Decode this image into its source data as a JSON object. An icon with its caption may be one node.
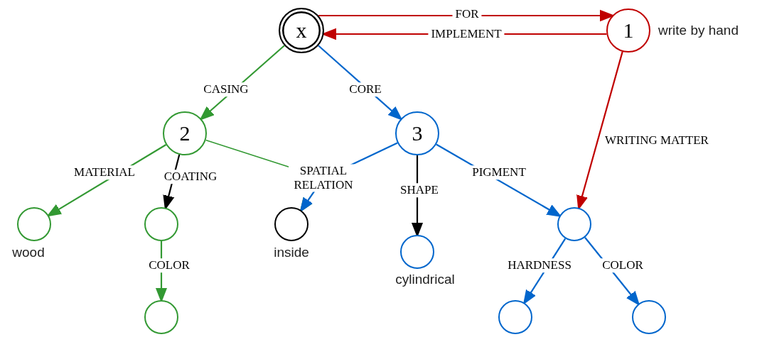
{
  "diagram": {
    "nodes": [
      {
        "text": [
          "x"
        ]
      },
      {
        "text": [
          "1"
        ],
        "beside": [
          "write by hand"
        ]
      },
      {
        "text": [
          "2"
        ]
      },
      {
        "text": [
          "3"
        ]
      },
      {
        "text": [],
        "shape": "circle",
        "beside": [
          "wood"
        ]
      },
      {
        "text": [],
        "shape": "circle"
      },
      {
        "text": [],
        "shape": "circle",
        "beside": [
          "inside"
        ]
      },
      {
        "text": [],
        "shape": "circle",
        "beside": [
          "cylindrical"
        ]
      },
      {
        "text": [],
        "shape": "circle"
      },
      {
        "text": [],
        "shape": "circle"
      },
      {
        "text": [],
        "shape": "circle"
      },
      {
        "text": [],
        "shape": "circle"
      }
    ],
    "edges": [
      {
        "from": 0,
        "to": 1,
        "arrow": "to",
        "label": "FOR",
        "color": "#c00000"
      },
      {
        "from": 1,
        "to": 0,
        "arrow": "to",
        "label": "IMPLEMENT",
        "color": "#c00000"
      },
      {
        "from": 0,
        "to": 2,
        "arrow": "to",
        "label": "CASING",
        "color": "#339933"
      },
      {
        "from": 0,
        "to": 3,
        "arrow": "to",
        "label": "CORE"
      },
      {
        "from": 1,
        "to": 8,
        "arrow": "to",
        "label": "WRITING MATTER",
        "color": "#c00000"
      },
      {
        "from": 2,
        "to": 4,
        "arrow": "to",
        "label": "MATERIAL",
        "color": "#339933"
      },
      {
        "from": 2,
        "to": 5,
        "arrow": "to",
        "label": "COATING",
        "color": "#000000"
      },
      {
        "from": 2,
        "to": 6,
        "arrow": "to",
        "label": "SPATIAL RELATION",
        "color": "#339933"
      },
      {
        "from": 3,
        "to": 6,
        "arrow": "to"
      },
      {
        "from": 3,
        "to": 7,
        "arrow": "to",
        "label": "SHAPE",
        "color": "#000000"
      },
      {
        "from": 3,
        "to": 8,
        "arrow": "to",
        "label": "PIGMENT"
      },
      {
        "from": 5,
        "to": 9,
        "arrow": "to",
        "label": "COLOR",
        "color": "#339933"
      },
      {
        "from": 8,
        "to": 10,
        "arrow": "to",
        "label": "HARDNESS"
      },
      {
        "from": 8,
        "to": 11,
        "arrow": "to",
        "label": "COLOR"
      }
    ]
  }
}
